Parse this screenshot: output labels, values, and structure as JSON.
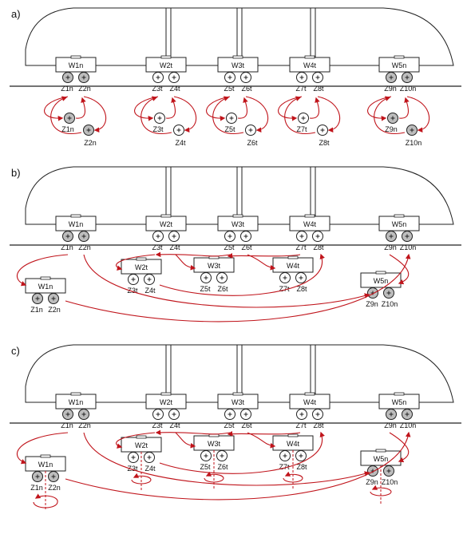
{
  "panels": [
    {
      "label": "a)",
      "bogies": [
        {
          "name": "W1n",
          "wheels": [
            "Z1n",
            "Z2n"
          ],
          "powered": false
        },
        {
          "name": "W2t",
          "wheels": [
            "Z3t",
            "Z4t"
          ],
          "powered": true
        },
        {
          "name": "W3t",
          "wheels": [
            "Z5t",
            "Z6t"
          ],
          "powered": true
        },
        {
          "name": "W4t",
          "wheels": [
            "Z7t",
            "Z8t"
          ],
          "powered": true
        },
        {
          "name": "W5n",
          "wheels": [
            "Z9n",
            "Z10n"
          ],
          "powered": false
        }
      ]
    },
    {
      "label": "b)",
      "bogies": [
        {
          "name": "W1n",
          "wheels": [
            "Z1n",
            "Z2n"
          ],
          "powered": false
        },
        {
          "name": "W2t",
          "wheels": [
            "Z3t",
            "Z4t"
          ],
          "powered": true
        },
        {
          "name": "W3t",
          "wheels": [
            "Z5t",
            "Z6t"
          ],
          "powered": true
        },
        {
          "name": "W4t",
          "wheels": [
            "Z7t",
            "Z8t"
          ],
          "powered": true
        },
        {
          "name": "W5n",
          "wheels": [
            "Z9n",
            "Z10n"
          ],
          "powered": false
        }
      ]
    },
    {
      "label": "c)",
      "bogies": [
        {
          "name": "W1n",
          "wheels": [
            "Z1n",
            "Z2n"
          ],
          "powered": false
        },
        {
          "name": "W2t",
          "wheels": [
            "Z3t",
            "Z4t"
          ],
          "powered": true
        },
        {
          "name": "W3t",
          "wheels": [
            "Z5t",
            "Z6t"
          ],
          "powered": true
        },
        {
          "name": "W4t",
          "wheels": [
            "Z7t",
            "Z8t"
          ],
          "powered": true
        },
        {
          "name": "W5n",
          "wheels": [
            "Z9n",
            "Z10n"
          ],
          "powered": false
        }
      ]
    }
  ],
  "colors": {
    "arrow": "#c0141b",
    "outline": "#222222",
    "wheel_powered_fill": "#ffffff",
    "wheel_unpowered_fill": "#bdbdbd"
  }
}
